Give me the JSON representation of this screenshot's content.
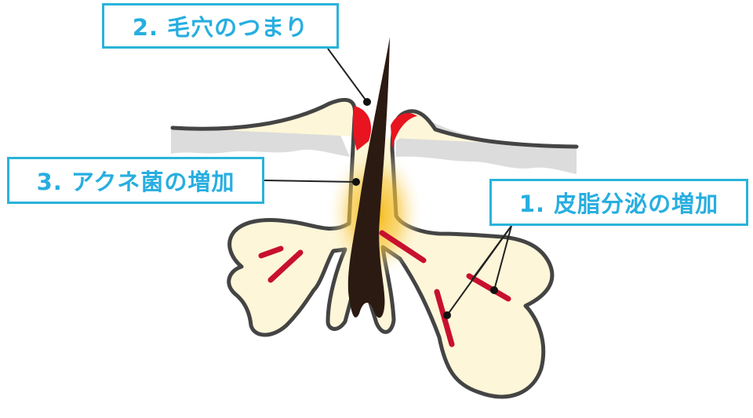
{
  "labels": {
    "pore_clog": "2. 毛穴のつまり",
    "acne_bacteria": "3. アクネ菌の増加",
    "sebum": "1. 皮脂分泌の増加"
  },
  "colors": {
    "label_border": "#2ab3d9",
    "label_text": "#27aee0",
    "skin": "#dcdcdc",
    "gland": "#fdf6d8",
    "outline": "#444444",
    "hair": "#2b1a12",
    "sebum_mark": "#c8102e",
    "plug": "#e8141f",
    "bacteria_glow": "#f5b400"
  }
}
